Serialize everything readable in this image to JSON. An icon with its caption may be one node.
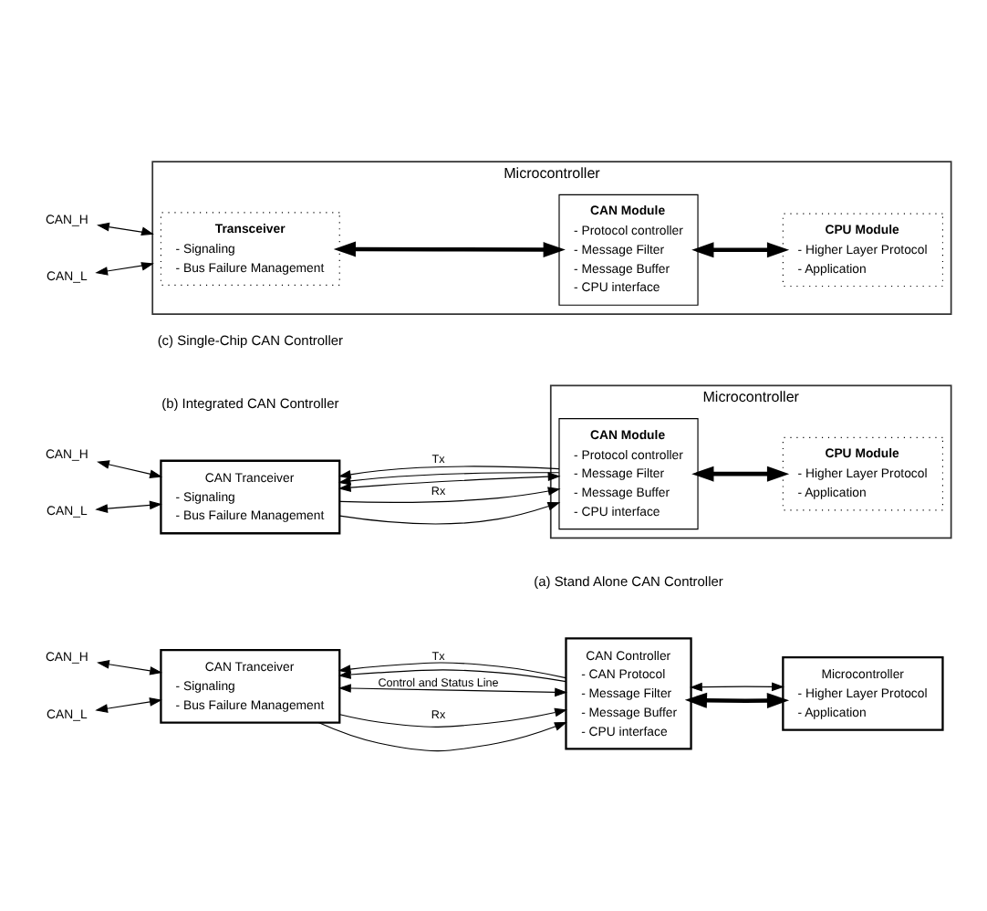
{
  "diagram": {
    "nodes": [
      {
        "text": [
          "CAN_H"
        ]
      },
      {
        "text": [
          "CAN_L"
        ]
      },
      {
        "text": [
          "CAN Tranceiver",
          "- Signaling",
          "- Bus Failure Management"
        ]
      },
      {
        "text": [
          "CAN Controller",
          "- CAN Protocol",
          "- Message Filter",
          "- Message Buffer",
          "- CPU interface"
        ]
      },
      {
        "text": [
          "Microcontroller",
          "- Higher Layer Protocol",
          "- Application"
        ]
      },
      {
        "text": [
          "CAN_H"
        ]
      },
      {
        "text": [
          "CAN_L"
        ]
      },
      {
        "text": [
          "CAN Tranceiver",
          "- Signaling",
          "- Bus Failure Management"
        ]
      },
      {
        "text": [
          "Microcontroller"
        ]
      },
      {
        "text": [
          "CAN Module",
          "- Protocol controller",
          "- Message Filter",
          "- Message Buffer",
          "- CPU interface"
        ],
        "in": 8
      },
      {
        "text": [
          "CPU Module",
          "- Higher Layer Protocol",
          "- Application"
        ],
        "in": 8
      },
      {
        "text": [
          "Microcontroller"
        ]
      },
      {
        "text": [
          "CAN_H"
        ]
      },
      {
        "text": [
          "CAN_L"
        ]
      },
      {
        "text": [
          "Transceiver",
          "- Signaling",
          "- Bus Failure Management"
        ],
        "in": 11
      },
      {
        "text": [
          "CAN Module",
          "- Protocol controller",
          "- Message Filter",
          "- Message Buffer",
          "- CPU interface"
        ],
        "in": 11
      },
      {
        "text": [
          "CPU Module",
          "- Higher Layer Protocol",
          "- Application"
        ],
        "in": 11
      }
    ],
    "edges": [
      {
        "from": 0,
        "to": 2,
        "arrow": "both"
      },
      {
        "from": 1,
        "to": 2,
        "arrow": "both"
      },
      {
        "from": 2,
        "to": 3,
        "arrow": "to"
      },
      {
        "from": 2,
        "to": 3,
        "arrow": "to",
        "label": "Rx"
      },
      {
        "from": 3,
        "to": 2,
        "arrow": "to"
      },
      {
        "from": 3,
        "to": 2,
        "arrow": "to",
        "label": "Tx"
      },
      {
        "from": 2,
        "to": 3,
        "arrow": "both",
        "label": "Control and Status Line"
      },
      {
        "from": 3,
        "to": 4,
        "arrow": "both",
        "style": "thick"
      },
      {
        "from": 3,
        "to": 4,
        "arrow": "both"
      },
      {
        "from": 5,
        "to": 7,
        "arrow": "both"
      },
      {
        "from": 6,
        "to": 7,
        "arrow": "both"
      },
      {
        "from": 7,
        "to": 9,
        "arrow": "to"
      },
      {
        "from": 7,
        "to": 9,
        "arrow": "to",
        "label": "Rx"
      },
      {
        "from": 9,
        "to": 7,
        "arrow": "to"
      },
      {
        "from": 9,
        "to": 7,
        "arrow": "to",
        "label": "Tx"
      },
      {
        "from": 7,
        "to": 9,
        "arrow": "both"
      },
      {
        "from": 9,
        "to": 10,
        "arrow": "both",
        "style": "thick"
      },
      {
        "from": 12,
        "to": 11,
        "arrow": "both"
      },
      {
        "from": 13,
        "to": 11,
        "arrow": "both"
      },
      {
        "from": 14,
        "to": 15,
        "arrow": "both",
        "style": "thick"
      },
      {
        "from": 15,
        "to": 16,
        "arrow": "both",
        "style": "thick"
      }
    ],
    "labels": [
      "(a) Stand Alone CAN Controller",
      "(b) Integrated CAN Controller",
      "(c) Single-Chip CAN Controller"
    ]
  }
}
